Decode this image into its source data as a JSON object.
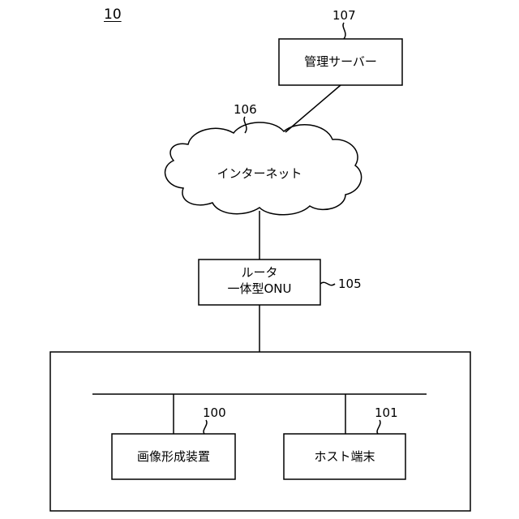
{
  "system_label": "10",
  "server": {
    "ref": "107",
    "label": "管理サーバー"
  },
  "internet": {
    "ref": "106",
    "label": "インターネット"
  },
  "router": {
    "ref": "105",
    "line1": "ルータ",
    "line2": "一体型ONU"
  },
  "device": {
    "ref": "100",
    "label": "画像形成装置"
  },
  "host": {
    "ref": "101",
    "label": "ホスト端末"
  }
}
